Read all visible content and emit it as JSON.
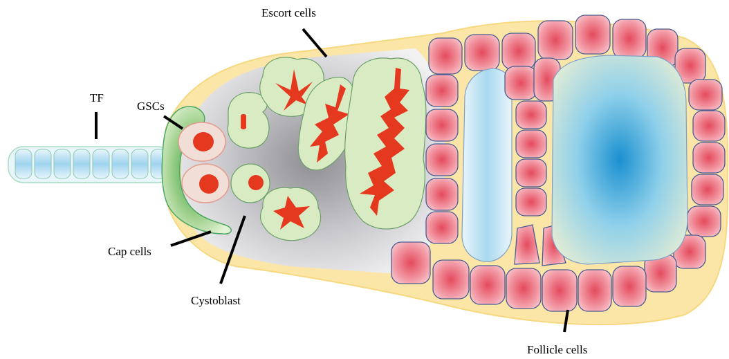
{
  "labels": {
    "escort_cells": "Escort cells",
    "tf": "TF",
    "gscs": "GSCs",
    "cap_cells": "Cap cells",
    "cystoblast": "Cystoblast",
    "follicle_cells": "Follicle cells"
  },
  "colors": {
    "sheath_outline": "#fbe6a8",
    "germarium_gray": "#c9c9cd",
    "cyst_green": "#d9ebc2",
    "cyst_nucleus": "#e5391f",
    "tf_cell": "#bfe3f5",
    "follicle_cell": "#ea6f7d",
    "follicle_border": "#4a5a8f",
    "nurse_cell": "#d8eef6",
    "oocyte_blue": "#1a90d0"
  }
}
